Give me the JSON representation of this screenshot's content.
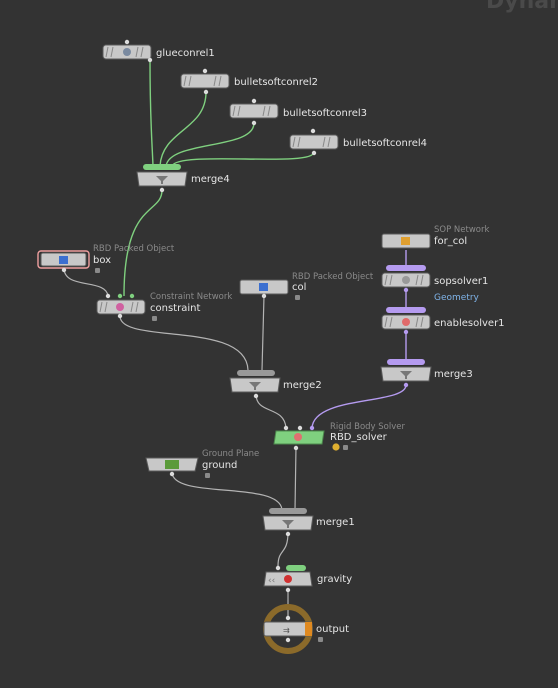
{
  "context_title": "Dynam",
  "nodes": {
    "glueconrel1": {
      "label": "glueconrel1"
    },
    "bulletsoftconrel2": {
      "label": "bulletsoftconrel2"
    },
    "bulletsoftconrel3": {
      "label": "bulletsoftconrel3"
    },
    "bulletsoftconrel4": {
      "label": "bulletsoftconrel4"
    },
    "merge4": {
      "label": "merge4"
    },
    "box": {
      "label": "box",
      "type": "RBD Packed Object"
    },
    "constraint": {
      "label": "constraint",
      "type": "Constraint Network"
    },
    "col": {
      "label": "col",
      "type": "RBD Packed Object"
    },
    "for_col": {
      "label": "for_col",
      "type": "SOP Network"
    },
    "sopsolver1": {
      "label": "sopsolver1",
      "sub": "Geometry"
    },
    "enablesolver1": {
      "label": "enablesolver1"
    },
    "merge3": {
      "label": "merge3"
    },
    "merge2": {
      "label": "merge2"
    },
    "rbd_solver": {
      "label": "RBD_solver",
      "type": "Rigid Body Solver"
    },
    "ground": {
      "label": "ground",
      "type": "Ground Plane"
    },
    "merge1": {
      "label": "merge1"
    },
    "gravity": {
      "label": "gravity"
    },
    "output": {
      "label": "output"
    }
  },
  "colors": {
    "background": "#333333",
    "wire_green": "#7fd07f",
    "wire_purple": "#b59bf0",
    "rbd_solver_fill": "#7fd07f",
    "output_ring": "#8b6a2a",
    "selected_outline": "#f0a0a0"
  }
}
